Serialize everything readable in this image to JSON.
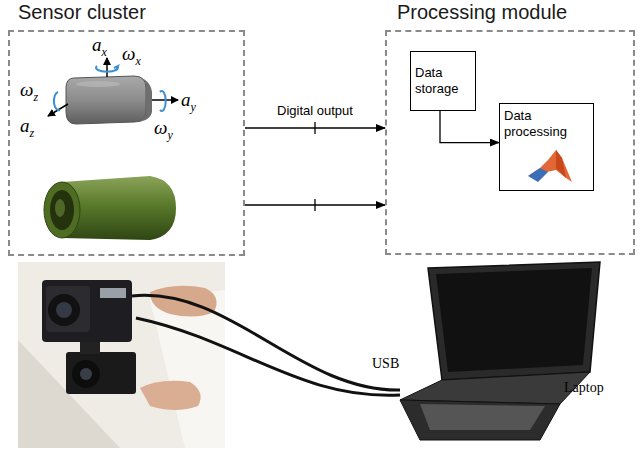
{
  "diagram": {
    "nodes": [
      {
        "text": [
          "Sensor cluster"
        ]
      },
      {
        "text": [
          "Processing module"
        ]
      },
      {
        "text": [
          "Data storage"
        ],
        "in": 1
      },
      {
        "text": [
          "Data processing"
        ],
        "in": 1
      }
    ],
    "edges": [
      {
        "from": 0,
        "to": 1,
        "arrow": "to",
        "label": "Digital output"
      },
      {
        "from": 0,
        "to": 1,
        "arrow": "to"
      },
      {
        "from": 2,
        "to": 3,
        "arrow": "to"
      }
    ],
    "labels": [
      "ax",
      "ωx",
      "ωz",
      "az",
      "ay",
      "ωy",
      "USB",
      "Laptop"
    ]
  }
}
